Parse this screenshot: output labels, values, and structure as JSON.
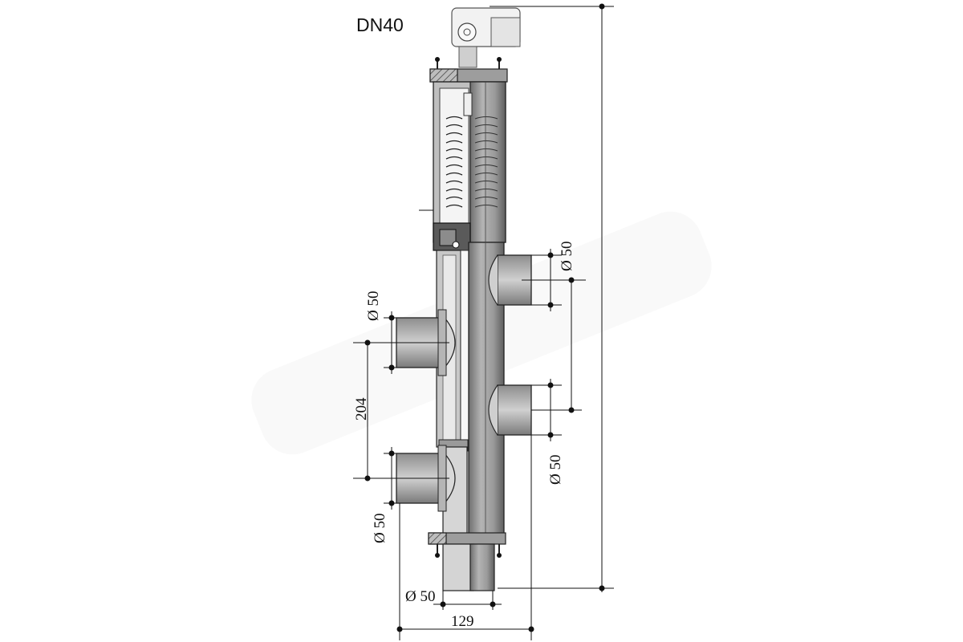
{
  "title": "DN40",
  "dimensions": {
    "d_top_right": "Ø 50",
    "d_bottom_right": "Ø 50",
    "d_left_upper": "Ø 50",
    "d_left_lower": "Ø 50",
    "d_bottom": "Ø 50",
    "spacing": "204",
    "width": "129"
  },
  "colors": {
    "line": "#111111",
    "body_dark": "#8a8a8a",
    "body_mid": "#a8a8a8",
    "body_light": "#c9c9c9",
    "watermark": "#e6e6e6"
  }
}
